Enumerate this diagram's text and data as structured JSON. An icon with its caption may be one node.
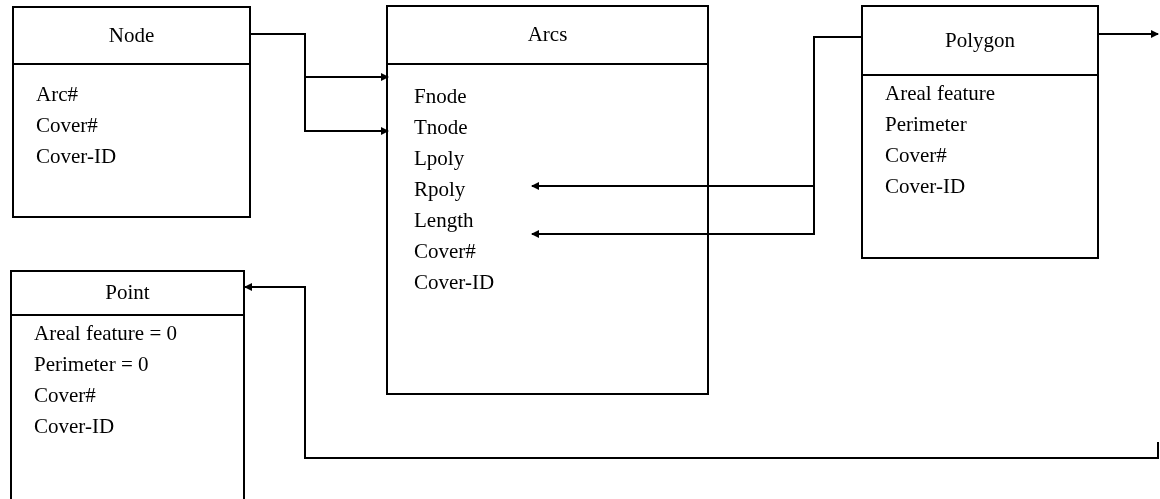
{
  "diagram": {
    "nodes": [
      {
        "text": [
          "Node",
          "Arc#",
          "Cover#",
          "Cover-ID"
        ]
      },
      {
        "text": [
          "Arcs"
        ]
      },
      {
        "text": [
          "Fnode"
        ],
        "in": 1
      },
      {
        "text": [
          "Tnode"
        ],
        "in": 1
      },
      {
        "text": [
          "Lpoly"
        ],
        "in": 1
      },
      {
        "text": [
          "Rpoly"
        ],
        "in": 1
      },
      {
        "text": [
          "Length"
        ],
        "in": 1
      },
      {
        "text": [
          "Cover#"
        ],
        "in": 1
      },
      {
        "text": [
          "Cover-ID"
        ],
        "in": 1
      },
      {
        "text": [
          "Polygon",
          "Areal feature",
          "Perimeter",
          "Cover#",
          "Cover-ID"
        ]
      },
      {
        "text": [
          "Point",
          "Areal feature = 0",
          "Perimeter = 0",
          "Cover#",
          "Cover-ID"
        ]
      }
    ],
    "edges": [
      {
        "from": 0,
        "to": 2,
        "arrow": "to"
      },
      {
        "from": 0,
        "to": 3,
        "arrow": "to"
      },
      {
        "from": 9,
        "to": 5,
        "arrow": "to"
      },
      {
        "from": 9,
        "to": 7,
        "arrow": "to"
      },
      {
        "from": 9,
        "to": null,
        "arrow": "to"
      },
      {
        "from": null,
        "to": 10,
        "arrow": "to"
      }
    ]
  }
}
